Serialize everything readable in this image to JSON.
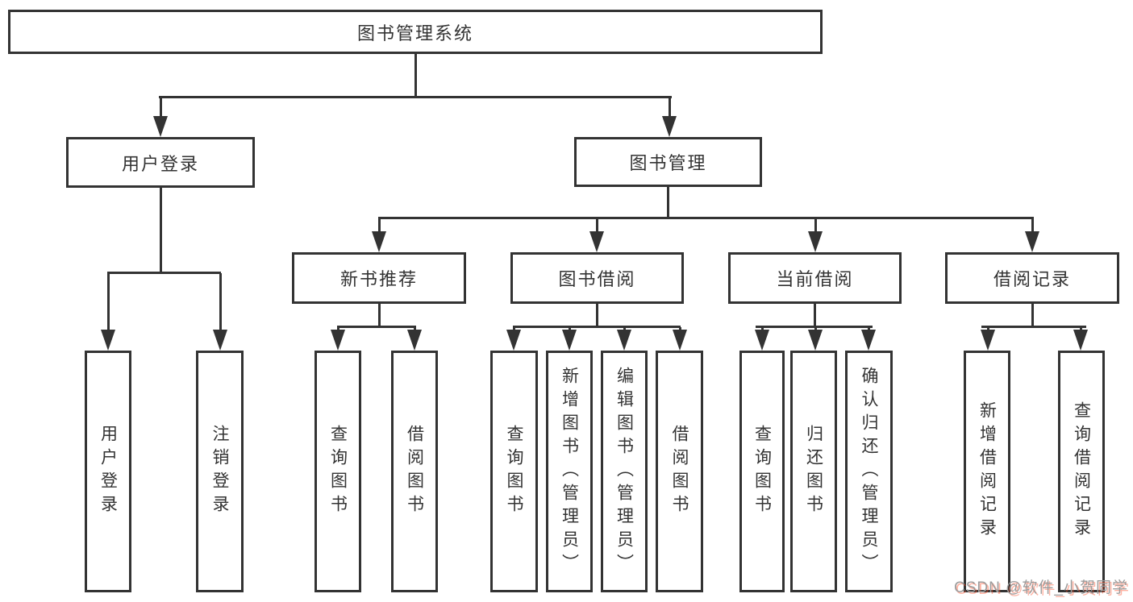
{
  "diagram": {
    "root": {
      "label": "图书管理系统"
    },
    "branches": [
      {
        "label": "用户登录",
        "children": [
          "用户登录",
          "注销登录"
        ]
      },
      {
        "label": "图书管理",
        "sections": [
          {
            "label": "新书推荐",
            "children": [
              "查询图书",
              "借阅图书"
            ]
          },
          {
            "label": "图书借阅",
            "children": [
              "查询图书",
              "新增图书（管理员）",
              "编辑图书（管理员）",
              "借阅图书"
            ]
          },
          {
            "label": "当前借阅",
            "children": [
              "查询图书",
              "归还图书",
              "确认归还（管理员）"
            ]
          },
          {
            "label": "借阅记录",
            "children": [
              "新增借阅记录",
              "查询借阅记录"
            ]
          }
        ]
      }
    ]
  },
  "watermark": {
    "text": "CSDN @软件_小贺同学"
  },
  "colors": {
    "line": "#333333",
    "text": "#333333",
    "background": "#ffffff",
    "watermark": "#9c9c9c",
    "watermark_accent": "#fc5531"
  }
}
